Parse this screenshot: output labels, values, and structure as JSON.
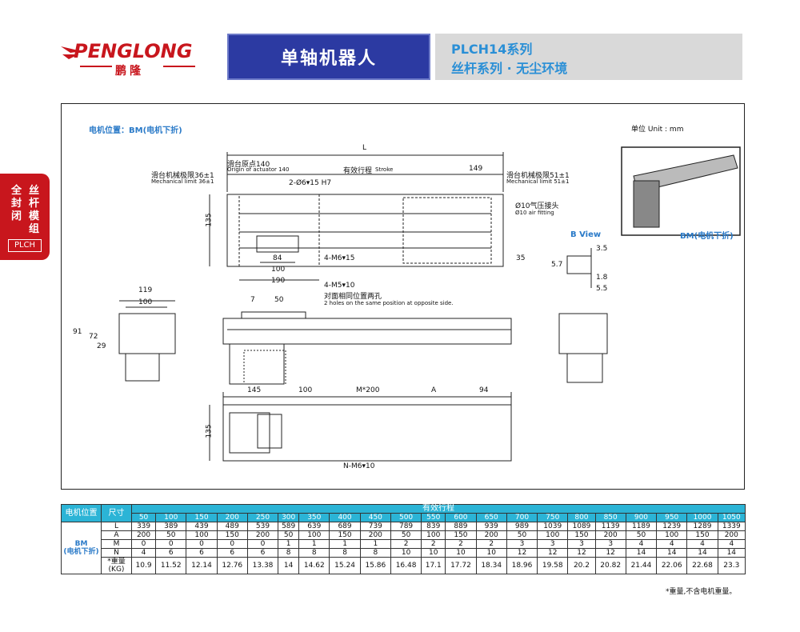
{
  "header": {
    "logo_text": "PENGLONG",
    "logo_sub": "鹏隆",
    "title": "单轴机器人",
    "series_line1": "PLCH14系列",
    "series_line2": "丝杆系列 · 无尘环境"
  },
  "side_tab": {
    "col1": "丝杆模组",
    "col2": "全封闭",
    "code": "PLCH"
  },
  "drawing": {
    "motor_position": "电机位置：BM(电机下折)",
    "unit": "单位 Unit : mm",
    "bm_label": "BM(电机下折)",
    "b_view": "B View",
    "dims": {
      "L": "L",
      "origin": "滑台原点140",
      "origin_en": "Origin of actuator 140",
      "stroke": "有效行程",
      "stroke_en": "Stroke",
      "d149": "149",
      "mech_left": "滑台机械极限36±1",
      "mech_left_en": "Mechanical limit 36±1",
      "mech_right": "滑台机械极限51±1",
      "mech_right_en": "Mechanical limit 51±1",
      "hole_d6": "2-Ø6▾15 H7",
      "air": "Ø10气压接头",
      "air_en": "Ø10 air fitting",
      "d135": "135",
      "d84": "84",
      "d100": "100",
      "d190": "190",
      "m6": "4-M6▾15",
      "d35": "35",
      "m5": "4-M5▾10",
      "m5_cn": "对面相同位置两孔",
      "m5_en": "2 holes on the same position at opposite side.",
      "d119": "119",
      "d100b": "100",
      "d91": "91",
      "d72": "72",
      "d29": "29",
      "d7": "7",
      "d50": "50",
      "d35b": "3.5",
      "d57": "5.7",
      "d18": "1.8",
      "d55": "5.5",
      "d145": "145",
      "d100c": "100",
      "m200": "M*200",
      "A": "A",
      "d94": "94",
      "d135b": "135",
      "nm6": "N-M6▾10"
    }
  },
  "table": {
    "col_pos": "电机位置",
    "col_size": "尺寸",
    "stroke_header": "有效行程",
    "strokes": [
      "50",
      "100",
      "150",
      "200",
      "250",
      "300",
      "350",
      "400",
      "450",
      "500",
      "550",
      "600",
      "650",
      "700",
      "750",
      "800",
      "850",
      "900",
      "950",
      "1000",
      "1050"
    ],
    "bm": "BM",
    "bm_sub": "(电机下折)",
    "rows": [
      {
        "label": "L",
        "values": [
          "339",
          "389",
          "439",
          "489",
          "539",
          "589",
          "639",
          "689",
          "739",
          "789",
          "839",
          "889",
          "939",
          "989",
          "1039",
          "1089",
          "1139",
          "1189",
          "1239",
          "1289",
          "1339"
        ]
      },
      {
        "label": "A",
        "values": [
          "200",
          "50",
          "100",
          "150",
          "200",
          "50",
          "100",
          "150",
          "200",
          "50",
          "100",
          "150",
          "200",
          "50",
          "100",
          "150",
          "200",
          "50",
          "100",
          "150",
          "200"
        ]
      },
      {
        "label": "M",
        "values": [
          "0",
          "0",
          "0",
          "0",
          "0",
          "1",
          "1",
          "1",
          "1",
          "2",
          "2",
          "2",
          "2",
          "3",
          "3",
          "3",
          "3",
          "4",
          "4",
          "4",
          "4"
        ]
      },
      {
        "label": "N",
        "values": [
          "4",
          "6",
          "6",
          "6",
          "6",
          "8",
          "8",
          "8",
          "8",
          "10",
          "10",
          "10",
          "10",
          "12",
          "12",
          "12",
          "12",
          "14",
          "14",
          "14",
          "14"
        ]
      },
      {
        "label": "*重量(KG)",
        "values": [
          "10.9",
          "11.52",
          "12.14",
          "12.76",
          "13.38",
          "14",
          "14.62",
          "15.24",
          "15.86",
          "16.48",
          "17.1",
          "17.72",
          "18.34",
          "18.96",
          "19.58",
          "20.2",
          "20.82",
          "21.44",
          "22.06",
          "22.68",
          "23.3"
        ]
      }
    ],
    "note": "*重量,不含电机重量。"
  }
}
